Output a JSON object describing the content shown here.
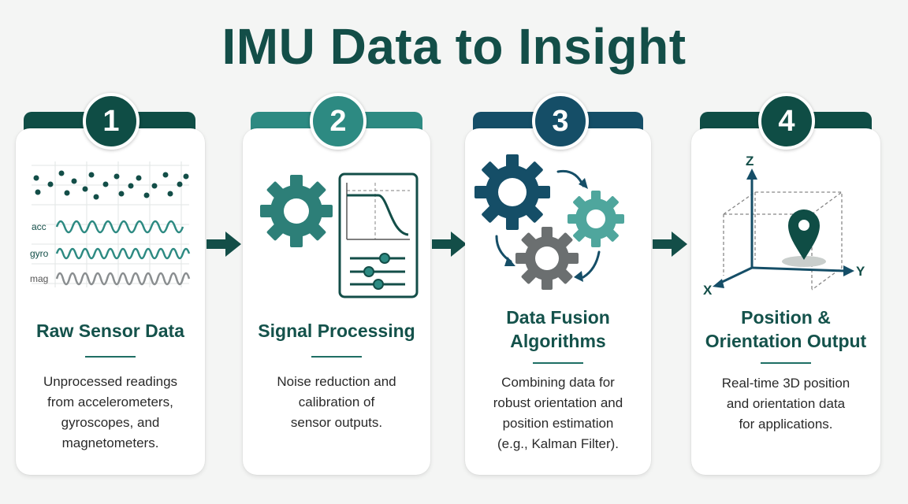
{
  "title": "IMU Data to Insight",
  "colors": {
    "dark_teal": "#0f4d45",
    "teal": "#2d8a82",
    "navy": "#154e67",
    "light_teal": "#4fa69d",
    "gray": "#6b6f70"
  },
  "steps": [
    {
      "number": "1",
      "title_lines": [
        "Raw Sensor Data"
      ],
      "description_lines": [
        "Unprocessed readings",
        "from accelerometers,",
        "gyroscopes, and",
        "magnetometers."
      ],
      "icon": "sensor-waveforms-icon",
      "signal_labels": [
        "acc",
        "gyro",
        "mag"
      ]
    },
    {
      "number": "2",
      "title_lines": [
        "Signal Processing"
      ],
      "description_lines": [
        "Noise reduction and",
        "calibration of",
        "sensor outputs."
      ],
      "icon": "gear-filter-panel-icon"
    },
    {
      "number": "3",
      "title_lines": [
        "Data Fusion",
        "Algorithms"
      ],
      "description_lines": [
        "Combining data for",
        "robust orientation and",
        "position estimation",
        "(e.g., Kalman Filter)."
      ],
      "icon": "gears-cycle-icon"
    },
    {
      "number": "4",
      "title_lines": [
        "Position &",
        "Orientation Output"
      ],
      "description_lines": [
        "Real-time 3D position",
        "and orientation data",
        "for applications."
      ],
      "icon": "3d-axes-location-icon",
      "axis_labels": [
        "Z",
        "Y",
        "X"
      ]
    }
  ]
}
